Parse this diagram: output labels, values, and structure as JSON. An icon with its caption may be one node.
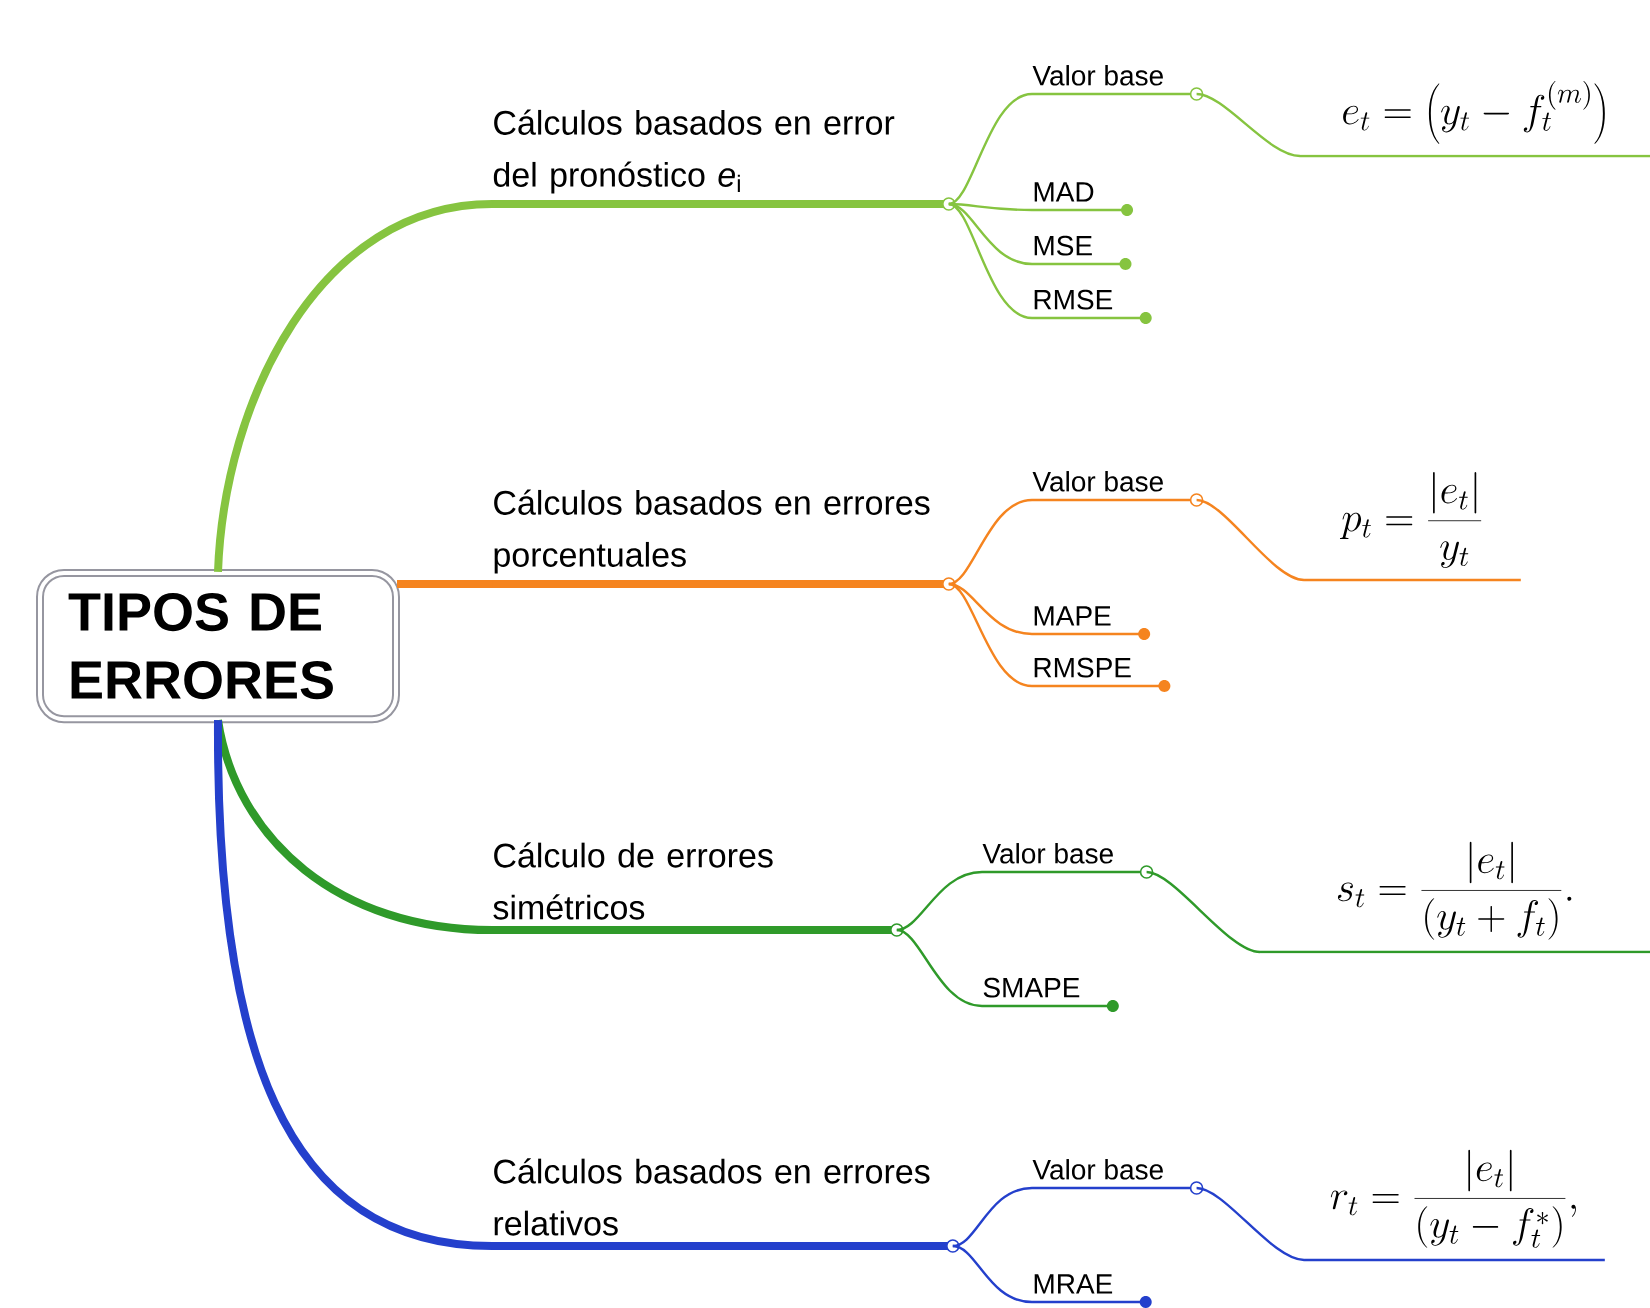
{
  "diagram": {
    "nodes": [
      {
        "text": [
          "TIPOS DE ERRORES"
        ]
      },
      {
        "text": [
          "Cálculos basados en error del pronóstico *e*$_{i}$"
        ]
      },
      {
        "text": [
          "Valor base"
        ]
      },
      {
        "text": [
          "e_t = \\left(y_t - f_t^{(m)}\\right)"
        ]
      },
      {
        "text": [
          "MAD"
        ]
      },
      {
        "text": [
          "MSE"
        ]
      },
      {
        "text": [
          "RMSE"
        ]
      },
      {
        "text": [
          "Cálculos basados en errores porcentuales"
        ]
      },
      {
        "text": [
          "Valor base"
        ]
      },
      {
        "text": [
          "p_t = \\frac{\\left|e_t\\right|}{y_t}"
        ]
      },
      {
        "text": [
          "MAPE"
        ]
      },
      {
        "text": [
          "RMSPE"
        ]
      },
      {
        "text": [
          "Cálculo de errores simétricos"
        ]
      },
      {
        "text": [
          "Valor base"
        ]
      },
      {
        "text": [
          "s_t = \\frac{\\left|e_t\\right|}{\\left(y_t + f_t\\right)}."
        ]
      },
      {
        "text": [
          "SMAPE"
        ]
      },
      {
        "text": [
          "Cálculos basados en errores relativos"
        ]
      },
      {
        "text": [
          "Valor base"
        ]
      },
      {
        "text": [
          "r_t = \\frac{\\left|e_t\\right|}{\\left(y_t - f_t^{*}\\right)},"
        ]
      },
      {
        "text": [
          "MRAE"
        ]
      }
    ],
    "edges": [
      {
        "from": 0,
        "to": 1,
        "arrow": "none",
        "style": "thick"
      },
      {
        "from": 1,
        "to": 2,
        "arrow": "none"
      },
      {
        "from": 2,
        "to": 3,
        "arrow": "none"
      },
      {
        "from": 1,
        "to": 4,
        "arrow": "none"
      },
      {
        "from": 1,
        "to": 5,
        "arrow": "none"
      },
      {
        "from": 1,
        "to": 6,
        "arrow": "none"
      },
      {
        "from": 0,
        "to": 7,
        "arrow": "none",
        "style": "thick",
        "color": "#f5841f"
      },
      {
        "from": 7,
        "to": 8,
        "arrow": "none",
        "color": "#f5841f"
      },
      {
        "from": 8,
        "to": 9,
        "arrow": "none",
        "color": "#f5841f"
      },
      {
        "from": 7,
        "to": 10,
        "arrow": "none",
        "color": "#f5841f"
      },
      {
        "from": 7,
        "to": 11,
        "arrow": "none",
        "color": "#f5841f"
      },
      {
        "from": 0,
        "to": 12,
        "arrow": "none",
        "style": "thick",
        "color": "#2f9a2a"
      },
      {
        "from": 12,
        "to": 13,
        "arrow": "none",
        "color": "#2f9a2a"
      },
      {
        "from": 13,
        "to": 14,
        "arrow": "none",
        "color": "#2f9a2a"
      },
      {
        "from": 12,
        "to": 15,
        "arrow": "none",
        "color": "#2f9a2a"
      },
      {
        "from": 0,
        "to": 16,
        "arrow": "none",
        "style": "thick",
        "color": "#2440cc"
      },
      {
        "from": 16,
        "to": 17,
        "arrow": "none",
        "color": "#2440cc"
      },
      {
        "from": 17,
        "to": 18,
        "arrow": "none",
        "color": "#2440cc"
      },
      {
        "from": 16,
        "to": 19,
        "arrow": "none",
        "color": "#2440cc"
      }
    ]
  }
}
